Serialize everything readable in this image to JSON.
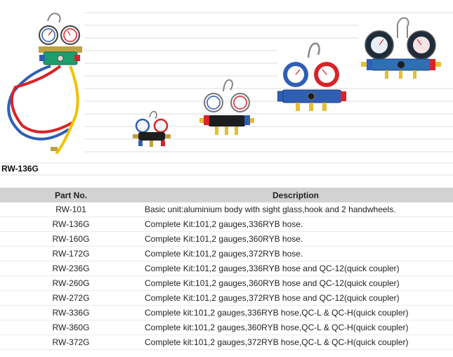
{
  "caption": "RW-136G",
  "table": {
    "headers": [
      "Part No.",
      "Description"
    ],
    "rows": [
      [
        "RW-101",
        "Basic unit:aluminium body with sight glass,hook and 2 handwheels."
      ],
      [
        "RW-136G",
        "Complete Kit:101,2 gauges,336RYB hose."
      ],
      [
        "RW-160G",
        "Complete Kit:101,2 gauges,360RYB hose."
      ],
      [
        "RW-172G",
        "Complete Kit:101,2 gauges,372RYB hose."
      ],
      [
        "RW-236G",
        "Complete Kit:101,2 gauges,336RYB hose and QC-12(quick coupler)"
      ],
      [
        "RW-260G",
        "Complete Kit:101,2 gauges,360RYB hose and QC-12(quick coupler)"
      ],
      [
        "RW-272G",
        "Complete Kit:101,2 gauges,372RYB hose and QC-12(quick coupler)"
      ],
      [
        "RW-336G",
        "Complete kit:101,2 gauges,336RYB hose,QC-L & QC-H(quick coupler)"
      ],
      [
        "RW-360G",
        "Complete kit:101,2 gauges,360RYB hose,QC-L & QC-H(quick coupler)"
      ],
      [
        "RW-372G",
        "Complete kit:101,2 gauges,372RYB hose,QC-L & QC-H(quick coupler)"
      ]
    ]
  },
  "colors": {
    "header_bg": "#d2d2d2",
    "low_side": "#2f5fb4",
    "high_side": "#d8232a",
    "green_body": "#1d9d6b",
    "black_body": "#1e1e1e"
  }
}
